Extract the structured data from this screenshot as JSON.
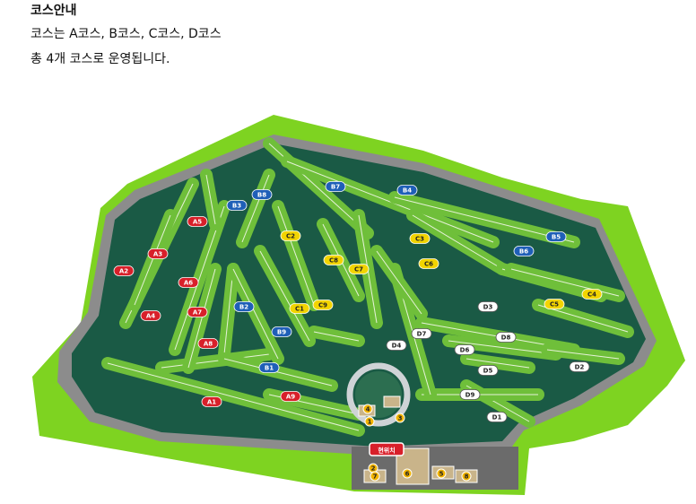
{
  "header": {
    "title": "코스안내",
    "line1": "코스는 A코스, B코스, C코스, D코스",
    "line2": "총 4개 코스로 운영됩니다."
  },
  "map": {
    "current_location": "현위치",
    "colors": {
      "A": "#d8202a",
      "B": "#1f5fb8",
      "C": "#f2d400",
      "D": "#ffffff",
      "rough": "#1a5a45",
      "fairway": "#6fbf3a",
      "grass": "#7ed321",
      "path": "#8c8c8c"
    },
    "holes": [
      {
        "id": "A1",
        "course": "A"
      },
      {
        "id": "A2",
        "course": "A"
      },
      {
        "id": "A3",
        "course": "A"
      },
      {
        "id": "A4",
        "course": "A"
      },
      {
        "id": "A5",
        "course": "A"
      },
      {
        "id": "A6",
        "course": "A"
      },
      {
        "id": "A7",
        "course": "A"
      },
      {
        "id": "A8",
        "course": "A"
      },
      {
        "id": "A9",
        "course": "A"
      },
      {
        "id": "B1",
        "course": "B"
      },
      {
        "id": "B2",
        "course": "B"
      },
      {
        "id": "B3",
        "course": "B"
      },
      {
        "id": "B4",
        "course": "B"
      },
      {
        "id": "B5",
        "course": "B"
      },
      {
        "id": "B6",
        "course": "B"
      },
      {
        "id": "B7",
        "course": "B"
      },
      {
        "id": "B8",
        "course": "B"
      },
      {
        "id": "B9",
        "course": "B"
      },
      {
        "id": "C1",
        "course": "C"
      },
      {
        "id": "C2",
        "course": "C"
      },
      {
        "id": "C3",
        "course": "C"
      },
      {
        "id": "C4",
        "course": "C"
      },
      {
        "id": "C5",
        "course": "C"
      },
      {
        "id": "C6",
        "course": "C"
      },
      {
        "id": "C7",
        "course": "C"
      },
      {
        "id": "C8",
        "course": "C"
      },
      {
        "id": "C9",
        "course": "C"
      },
      {
        "id": "D1",
        "course": "D"
      },
      {
        "id": "D2",
        "course": "D"
      },
      {
        "id": "D3",
        "course": "D"
      },
      {
        "id": "D4",
        "course": "D"
      },
      {
        "id": "D5",
        "course": "D"
      },
      {
        "id": "D6",
        "course": "D"
      },
      {
        "id": "D7",
        "course": "D"
      },
      {
        "id": "D8",
        "course": "D"
      },
      {
        "id": "D9",
        "course": "D"
      }
    ],
    "facilities": [
      "1",
      "2",
      "3",
      "4",
      "5",
      "6",
      "7",
      "8"
    ]
  }
}
